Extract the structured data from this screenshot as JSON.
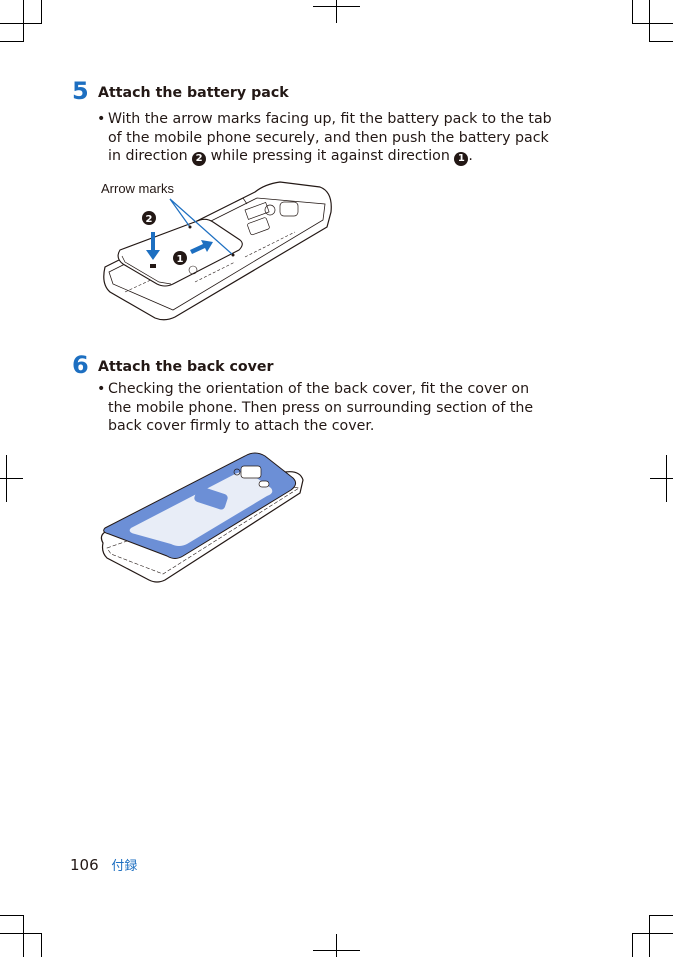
{
  "steps": [
    {
      "number": "5",
      "title": "Attach the battery pack",
      "bullet_lines": [
        "With the arrow marks facing up, fit the battery pack to the tab",
        "of the mobile phone securely, and then push the battery pack"
      ],
      "bullet_last_line": {
        "pre": "in direction ",
        "mark_a": "2",
        "mid": " while pressing it against direction ",
        "mark_b": "1",
        "post": "."
      },
      "figure": {
        "label": "Arrow marks",
        "marker_1": "1",
        "marker_2": "2"
      }
    },
    {
      "number": "6",
      "title": "Attach the back cover",
      "bullet_lines": [
        "Checking the orientation of the back cover, fit the cover on",
        "the mobile phone. Then press on surrounding section of the",
        "back cover firmly to attach the cover."
      ]
    }
  ],
  "footer": {
    "page_number": "106",
    "section": "付録"
  },
  "colors": {
    "accent": "#1d6fc1",
    "cover_blue": "#6c8fd6",
    "text": "#231815"
  }
}
